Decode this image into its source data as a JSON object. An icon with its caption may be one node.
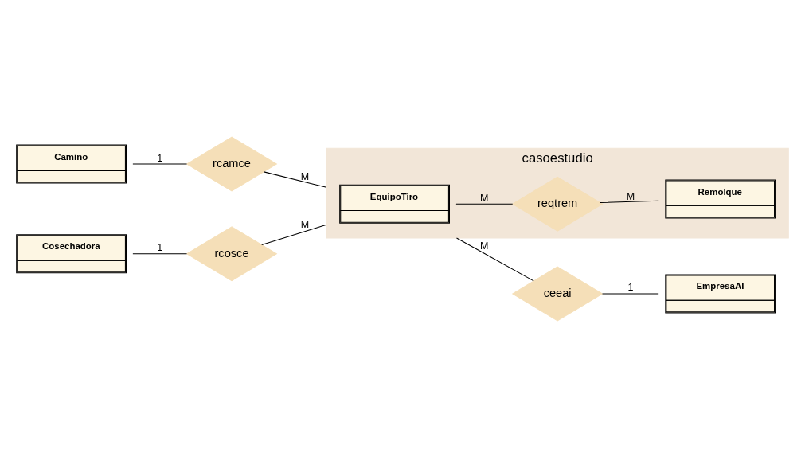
{
  "diagram": {
    "nodes": [
      {
        "text": [
          "casoestudio"
        ]
      },
      {
        "text": [
          "Camino"
        ]
      },
      {
        "text": [
          "rcamce"
        ]
      },
      {
        "text": [
          "EquipoTiro"
        ],
        "in": 0
      },
      {
        "text": [
          "reqtrem"
        ],
        "in": 0
      },
      {
        "text": [
          "Remolque"
        ],
        "in": 0
      },
      {
        "text": [
          "ceeai"
        ]
      },
      {
        "text": [
          "EmpresaAI"
        ]
      },
      {
        "text": [
          "Cosechadora"
        ]
      },
      {
        "text": [
          "rcosce"
        ]
      }
    ],
    "edges": [
      {
        "from": 1,
        "to": 2,
        "arrow": "none",
        "label": "1"
      },
      {
        "from": 2,
        "to": 0,
        "arrow": "none",
        "label": "M"
      },
      {
        "from": 3,
        "to": 4,
        "arrow": "none",
        "label": "M"
      },
      {
        "from": 4,
        "to": 5,
        "arrow": "none",
        "label": "M"
      },
      {
        "from": 0,
        "to": 6,
        "arrow": "none",
        "label": "M"
      },
      {
        "from": 6,
        "to": 7,
        "arrow": "none",
        "label": "1"
      },
      {
        "from": 8,
        "to": 9,
        "arrow": "none",
        "label": "1"
      },
      {
        "from": 9,
        "to": 0,
        "arrow": "none",
        "label": "M"
      }
    ]
  }
}
